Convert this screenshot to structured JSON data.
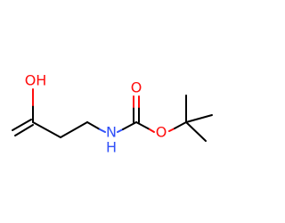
{
  "molecule": {
    "atoms": {
      "hydroxyl_oxygen": {
        "symbol": "OH",
        "color": "#ff0d0d"
      },
      "nitrogen": {
        "symbol": "N",
        "color": "#3050f8"
      },
      "nitrogen_hydrogen": {
        "symbol": "H",
        "color": "#3050f8"
      },
      "carbonyl_oxygen": {
        "symbol": "O",
        "color": "#ff0d0d"
      },
      "ester_oxygen": {
        "symbol": "O",
        "color": "#ff0d0d"
      }
    },
    "bond_color": "#000000"
  }
}
